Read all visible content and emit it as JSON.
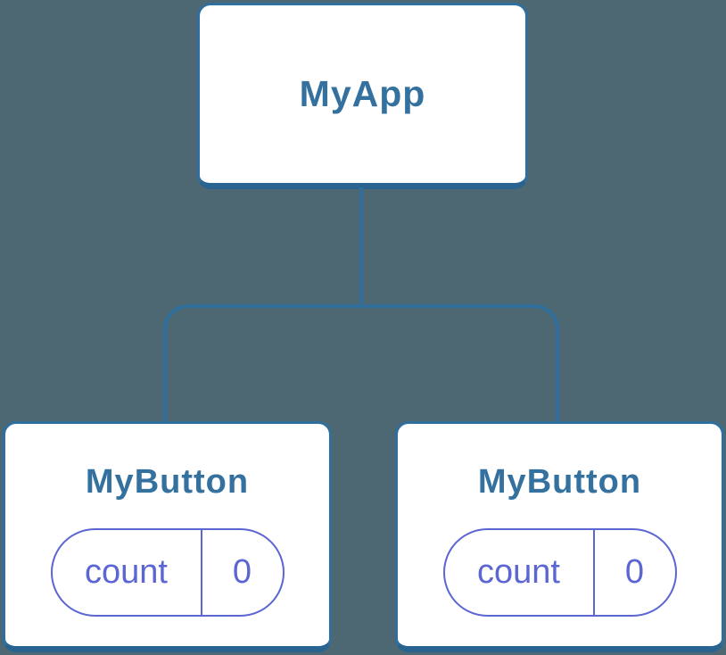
{
  "colors": {
    "background": "#4d6872",
    "line": "#2f6e9d",
    "line_dark": "#28648f",
    "node_background": "#ffffff",
    "node_text": "#35719f",
    "state_accent": "#5c66d3"
  },
  "diagram": {
    "type": "component-tree",
    "root": {
      "label": "MyApp"
    },
    "children": [
      {
        "label": "MyButton",
        "state": {
          "key": "count",
          "value": "0"
        }
      },
      {
        "label": "MyButton",
        "state": {
          "key": "count",
          "value": "0"
        }
      }
    ]
  }
}
